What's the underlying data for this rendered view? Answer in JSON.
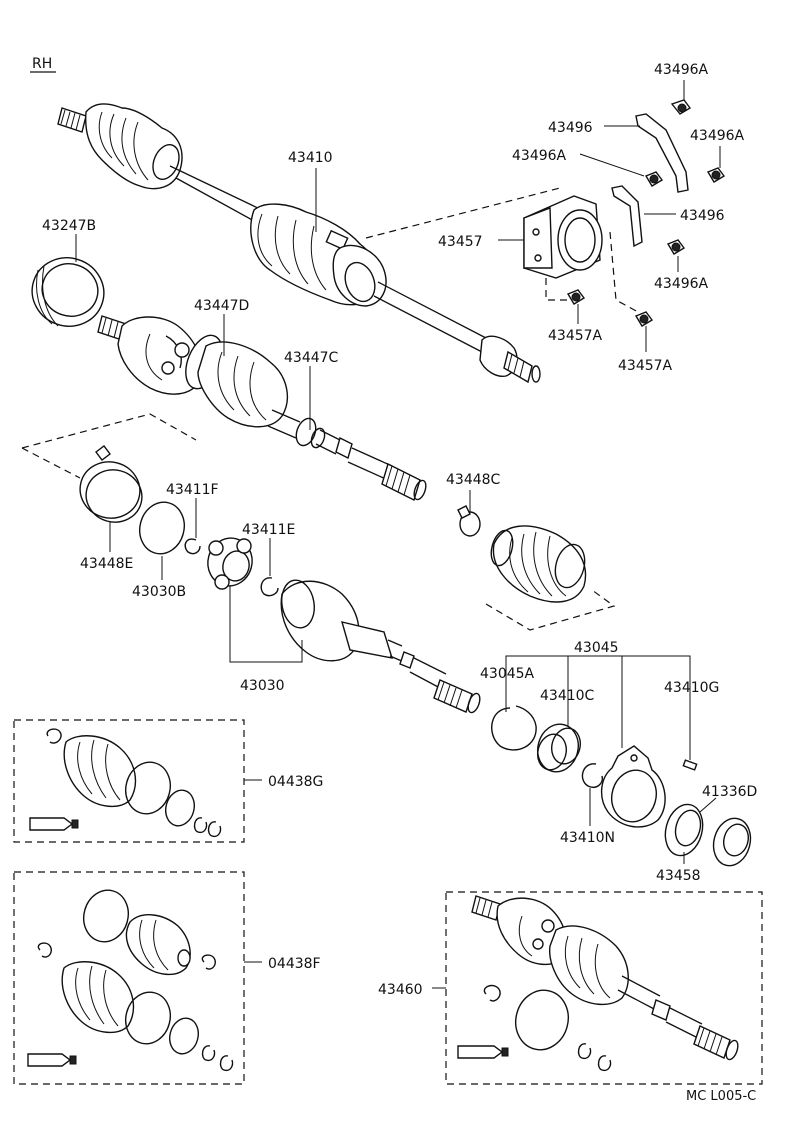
{
  "labels": {
    "rh": "RH",
    "p43410": "43410",
    "p43247B": "43247B",
    "p43447D": "43447D",
    "p43447C": "43447C",
    "p43411F": "43411F",
    "p43411E": "43411E",
    "p43448E": "43448E",
    "p43030B": "43030B",
    "p43030": "43030",
    "p43448C": "43448C",
    "p43045": "43045",
    "p43045A": "43045A",
    "p43410C": "43410C",
    "p43410G": "43410G",
    "p43410N": "43410N",
    "p41336D": "41336D",
    "p43458": "43458",
    "p04438G": "04438G",
    "p04438F": "04438F",
    "p43460": "43460",
    "p43496A_1": "43496A",
    "p43496": "43496",
    "p43496A_2": "43496A",
    "p43496A_3": "43496A",
    "p43496_2": "43496",
    "p43457": "43457",
    "p43496A_4": "43496A",
    "p43457A_1": "43457A",
    "p43457A_2": "43457A",
    "code": "MC L005-C"
  }
}
